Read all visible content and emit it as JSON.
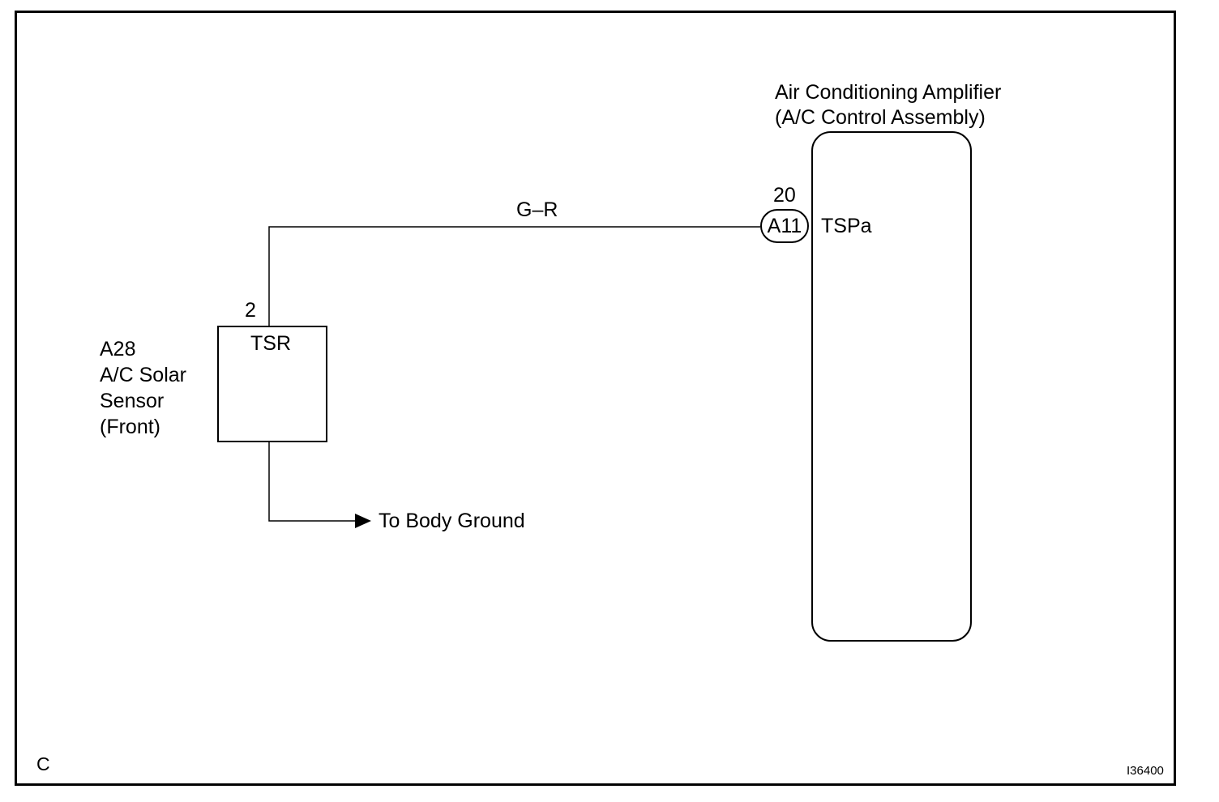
{
  "sensor": {
    "code": "A28",
    "name_line1": "A/C Solar",
    "name_line2": "Sensor",
    "name_line3": "(Front)",
    "terminal_name": "TSR",
    "pin": "2"
  },
  "amplifier": {
    "title_line1": "Air Conditioning Amplifier",
    "title_line2": "(A/C Control Assembly)",
    "connector": "A11",
    "pin": "20",
    "terminal_name": "TSPa"
  },
  "wire": {
    "color_code": "G–R"
  },
  "ground": {
    "label": "To Body Ground"
  },
  "footer": {
    "corner_letter": "C",
    "figure_id": "I36400"
  }
}
